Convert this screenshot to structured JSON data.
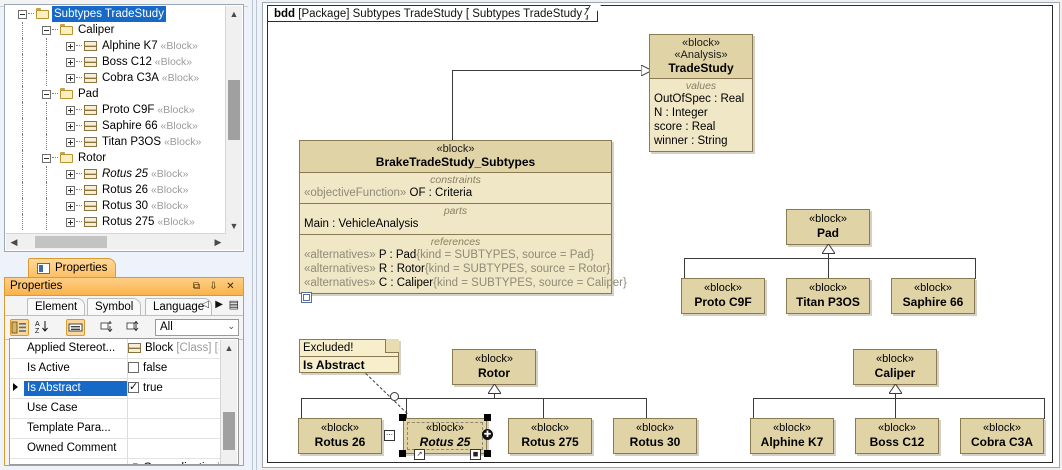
{
  "tree": {
    "items": [
      {
        "label": "Subtypes TradeStudy",
        "type": "folder",
        "depth": 0,
        "selected": true,
        "expander": "col"
      },
      {
        "label": "Caliper",
        "type": "folder",
        "depth": 1,
        "expander": "col"
      },
      {
        "label": "Alphine K7",
        "stereotype": "«Block»",
        "type": "block",
        "depth": 2,
        "expander": "exp"
      },
      {
        "label": "Boss C12",
        "stereotype": "«Block»",
        "type": "block",
        "depth": 2,
        "expander": "exp"
      },
      {
        "label": "Cobra C3A",
        "stereotype": "«Block»",
        "type": "block",
        "depth": 2,
        "expander": "exp"
      },
      {
        "label": "Pad",
        "type": "folder",
        "depth": 1,
        "expander": "col"
      },
      {
        "label": "Proto C9F",
        "stereotype": "«Block»",
        "type": "block",
        "depth": 2,
        "expander": "exp"
      },
      {
        "label": "Saphire 66",
        "stereotype": "«Block»",
        "type": "block",
        "depth": 2,
        "expander": "exp"
      },
      {
        "label": "Titan P3OS",
        "stereotype": "«Block»",
        "type": "block",
        "depth": 2,
        "expander": "exp"
      },
      {
        "label": "Rotor",
        "type": "folder",
        "depth": 1,
        "expander": "col"
      },
      {
        "label": "Rotus 25",
        "stereotype": "«Block»",
        "type": "block",
        "depth": 2,
        "expander": "exp",
        "italic": true
      },
      {
        "label": "Rotus 26",
        "stereotype": "«Block»",
        "type": "block",
        "depth": 2,
        "expander": "exp"
      },
      {
        "label": "Rotus 30",
        "stereotype": "«Block»",
        "type": "block",
        "depth": 2,
        "expander": "exp"
      },
      {
        "label": "Rotus 275",
        "stereotype": "«Block»",
        "type": "block",
        "depth": 2,
        "expander": "exp"
      }
    ]
  },
  "properties": {
    "tab_label": "Properties",
    "title": "Properties",
    "tabs": [
      "Element",
      "Symbol",
      "Language"
    ],
    "filter_value": "All",
    "rows": [
      {
        "name": "Applied Stereot...",
        "value": "Block",
        "value_suffix": "[Class] [Sys",
        "kind": "stereotype"
      },
      {
        "name": "Is Active",
        "value": "false",
        "kind": "checkbox",
        "checked": false
      },
      {
        "name": "Is Abstract",
        "value": "true",
        "kind": "checkbox",
        "checked": true,
        "selected": true
      },
      {
        "name": "Use Case",
        "value": "",
        "kind": "text"
      },
      {
        "name": "Template Para...",
        "value": "",
        "kind": "text"
      },
      {
        "name": "Owned Comment",
        "value": "",
        "kind": "text"
      },
      {
        "name": "",
        "value": "Generalization",
        "value_suffix": "[Tra",
        "kind": "link"
      }
    ]
  },
  "diagram": {
    "frame_kw": "bdd",
    "frame_type": "[Package]",
    "frame_name": "Subtypes TradeStudy",
    "frame_diagram": "[ Subtypes TradeStudy ]",
    "trade_study": {
      "stereotype1": "«block»",
      "stereotype2": "«Analysis»",
      "name": "TradeStudy",
      "values_caption": "values",
      "values": [
        "OutOfSpec : Real",
        "N : Integer",
        "score : Real",
        "winner : String"
      ]
    },
    "main_block": {
      "stereotype": "«block»",
      "name": "BrakeTradeStudy_Subtypes",
      "constraints_caption": "constraints",
      "constraints": [
        {
          "stereotype": "«objectiveFunction»",
          "text": "OF : Criteria"
        }
      ],
      "parts_caption": "parts",
      "parts": [
        "Main : VehicleAnalysis"
      ],
      "references_caption": "references",
      "references": [
        {
          "stereotype": "«alternatives»",
          "name": "P : Pad",
          "props": "{kind = SUBTYPES, source = Pad}"
        },
        {
          "stereotype": "«alternatives»",
          "name": "R : Rotor",
          "props": "{kind = SUBTYPES, source = Rotor}"
        },
        {
          "stereotype": "«alternatives»",
          "name": "C : Caliper",
          "props": "{kind = SUBTYPES, source = Caliper}"
        }
      ]
    },
    "pad_tree": {
      "parent": {
        "stereotype": "«block»",
        "name": "Pad"
      },
      "children": [
        {
          "stereotype": "«block»",
          "name": "Proto C9F"
        },
        {
          "stereotype": "«block»",
          "name": "Titan P3OS"
        },
        {
          "stereotype": "«block»",
          "name": "Saphire 66"
        }
      ]
    },
    "rotor_tree": {
      "parent": {
        "stereotype": "«block»",
        "name": "Rotor"
      },
      "children": [
        {
          "stereotype": "«block»",
          "name": "Rotus 26"
        },
        {
          "stereotype": "«block»",
          "name": "Rotus 25",
          "italic": true,
          "selected": true
        },
        {
          "stereotype": "«block»",
          "name": "Rotus 275"
        },
        {
          "stereotype": "«block»",
          "name": "Rotus 30"
        }
      ]
    },
    "caliper_tree": {
      "parent": {
        "stereotype": "«block»",
        "name": "Caliper"
      },
      "children": [
        {
          "stereotype": "«block»",
          "name": "Alphine K7"
        },
        {
          "stereotype": "«block»",
          "name": "Boss C12"
        },
        {
          "stereotype": "«block»",
          "name": "Cobra C3A"
        }
      ]
    },
    "note": {
      "line1": "Excluded!",
      "line2": "Is Abstract"
    }
  },
  "colors": {
    "block_fill": "#efe7c6",
    "block_header": "#e0d3a6",
    "block_border": "#8a7a52",
    "selection_blue": "#1669c6",
    "panel_orange": "#f9b34c"
  }
}
